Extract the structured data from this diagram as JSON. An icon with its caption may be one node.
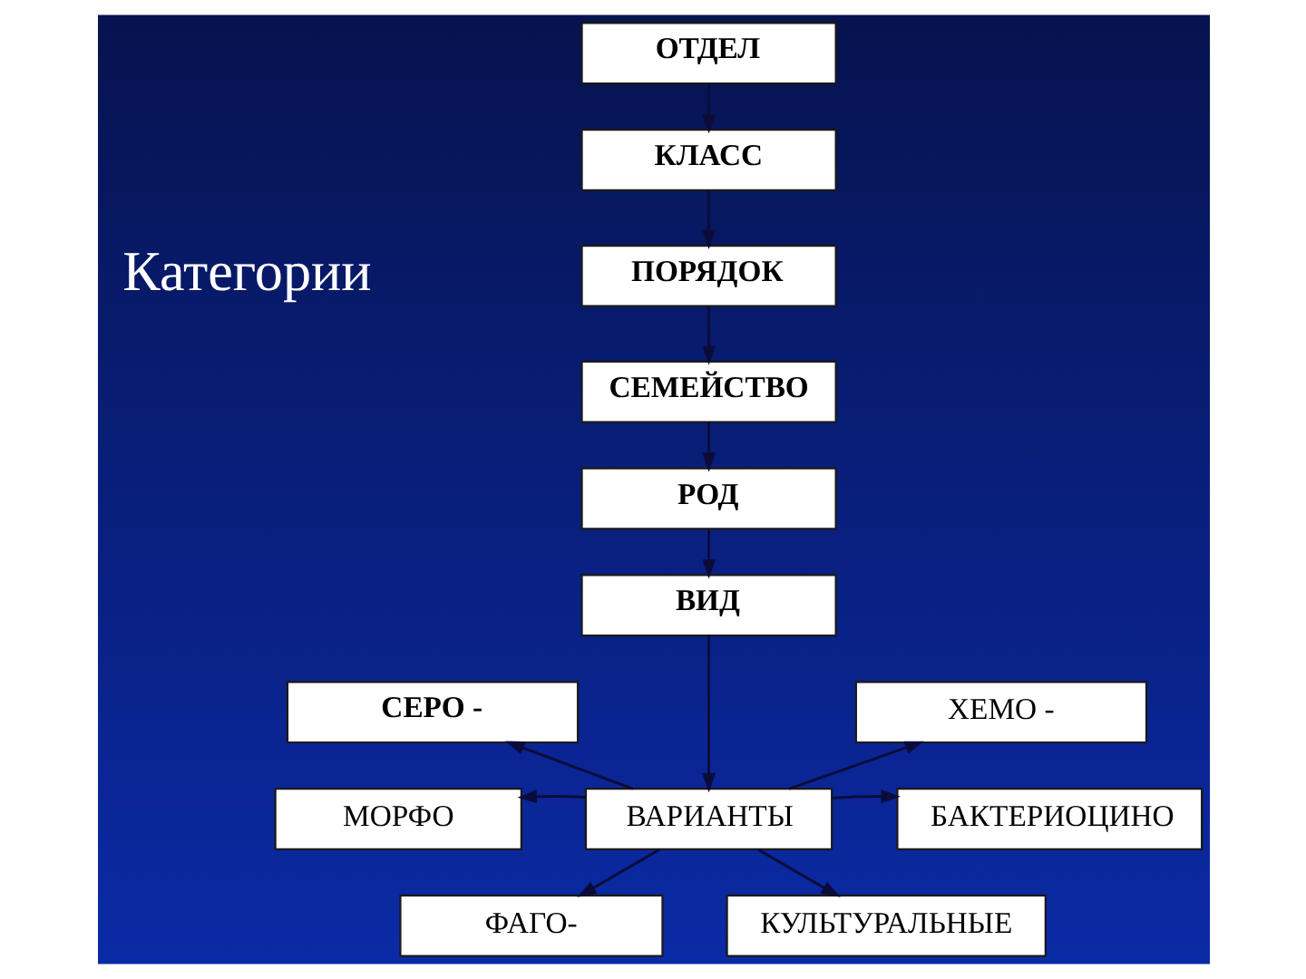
{
  "diagram": {
    "nodes": [
      {
        "text": [
          "ОТДЕЛ"
        ]
      },
      {
        "text": [
          "КЛАСС"
        ]
      },
      {
        "text": [
          "ПОРЯДОК"
        ]
      },
      {
        "text": [
          "СЕМЕЙСТВО"
        ]
      },
      {
        "text": [
          "РОД"
        ]
      },
      {
        "text": [
          "ВИД"
        ]
      },
      {
        "text": [
          "СЕРО -"
        ]
      },
      {
        "text": [
          "ХЕМО -"
        ]
      },
      {
        "text": [
          "МОРФО"
        ]
      },
      {
        "text": [
          "ВАРИАНТЫ"
        ]
      },
      {
        "text": [
          "БАКТЕРИОЦИНО"
        ]
      },
      {
        "text": [
          "ФАГО-"
        ]
      },
      {
        "text": [
          "КУЛЬТУРАЛЬНЫЕ"
        ]
      }
    ],
    "edges": [
      {
        "from": 0,
        "to": 1,
        "arrow": "to"
      },
      {
        "from": 1,
        "to": 2,
        "arrow": "to"
      },
      {
        "from": 2,
        "to": 3,
        "arrow": "to"
      },
      {
        "from": 3,
        "to": 4,
        "arrow": "to"
      },
      {
        "from": 4,
        "to": 5,
        "arrow": "to"
      },
      {
        "from": 5,
        "to": 9,
        "arrow": "to"
      },
      {
        "from": 9,
        "to": 6,
        "arrow": "to"
      },
      {
        "from": 9,
        "to": 7,
        "arrow": "to"
      },
      {
        "from": 9,
        "to": 8,
        "arrow": "to"
      },
      {
        "from": 9,
        "to": 10,
        "arrow": "to"
      },
      {
        "from": 9,
        "to": 11,
        "arrow": "to"
      },
      {
        "from": 9,
        "to": 12,
        "arrow": "to"
      }
    ],
    "labels": [
      "Категории"
    ]
  }
}
